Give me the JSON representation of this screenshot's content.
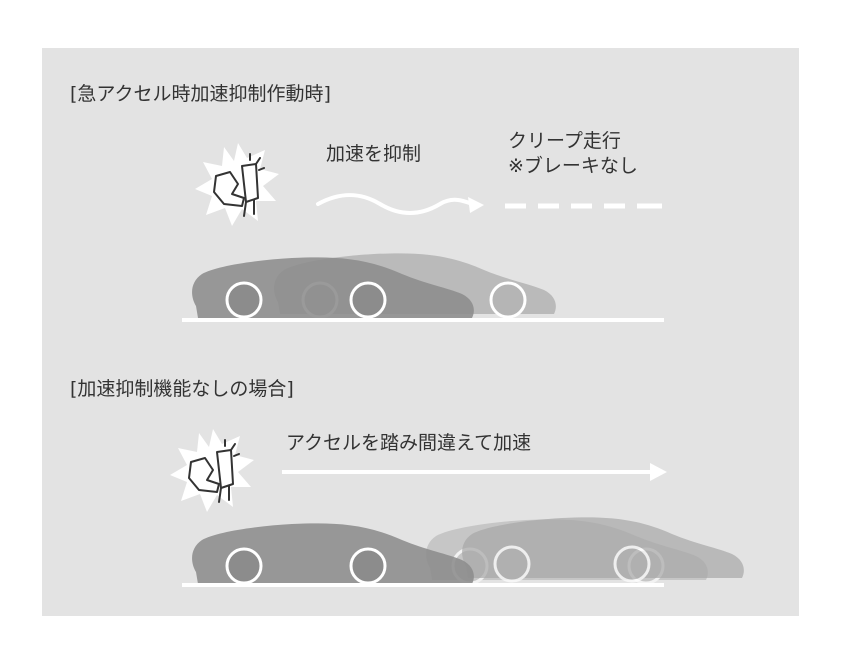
{
  "section_active": {
    "heading": "[急アクセル時加速抑制作動時]",
    "left_label": "加速を抑制",
    "right_label_line1": "クリープ走行",
    "right_label_line2": "※ブレーキなし"
  },
  "section_inactive": {
    "heading": "[加速抑制機能なしの場合]",
    "label": "アクセルを踏み間違えて加速"
  },
  "colors": {
    "page_background": "#ffffff",
    "panel_background": "#e3e3e3",
    "text": "#333333",
    "car_body": "#8c8c8c",
    "car_ghost": "#b2b2b2",
    "wheel": "#ffffff",
    "road": "#ffffff"
  },
  "icons": [
    "pedal-press-icon",
    "wavy-arrow-icon",
    "dashed-line-icon",
    "straight-arrow-icon",
    "car-icon"
  ]
}
